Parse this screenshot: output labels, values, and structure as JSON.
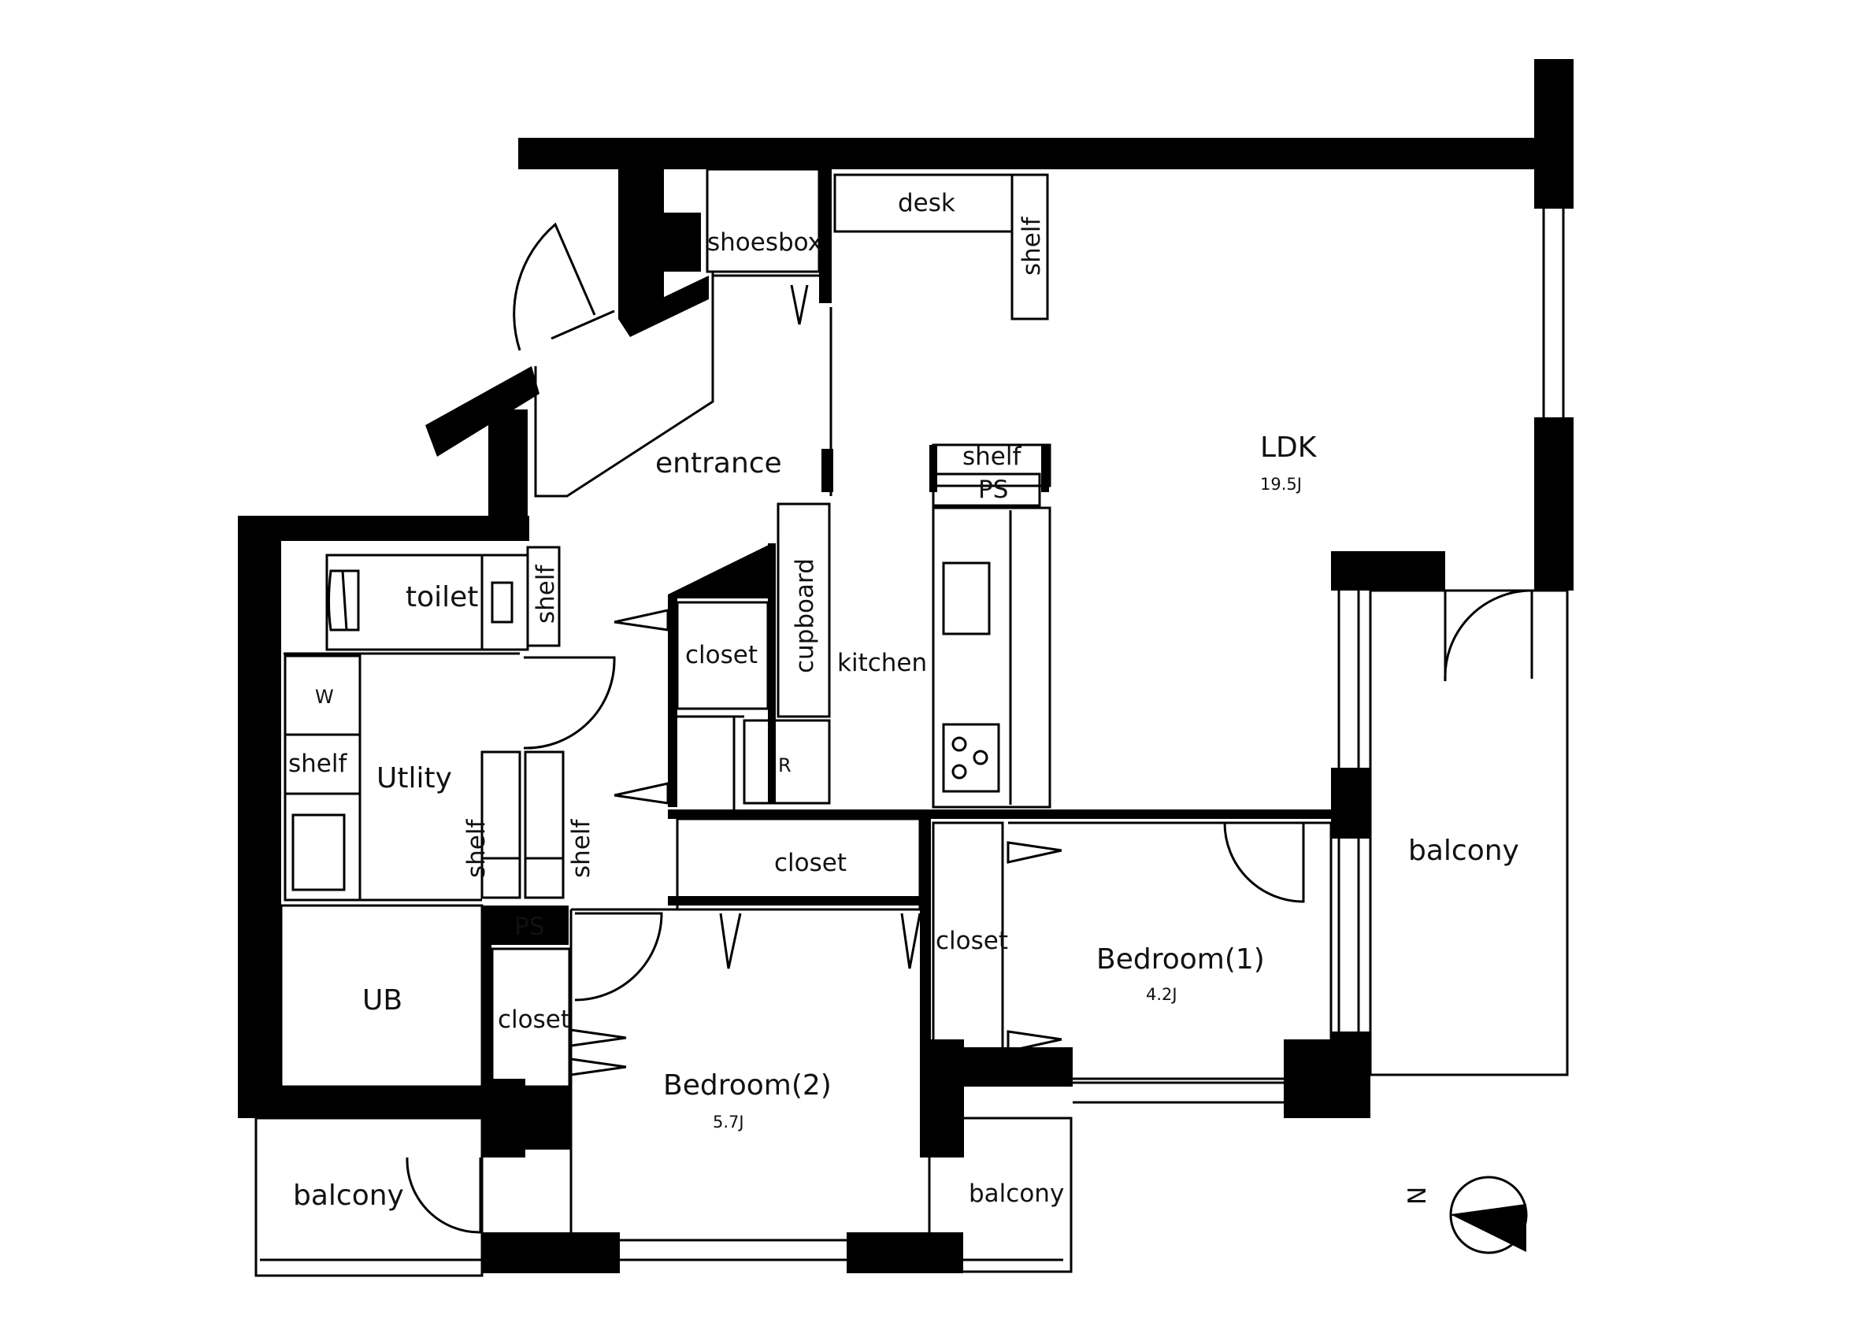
{
  "plan": {
    "rooms": {
      "ldk": {
        "name": "LDK",
        "area": "19.5J"
      },
      "bedroom1": {
        "name": "Bedroom(1)",
        "area": "4.2J"
      },
      "bedroom2": {
        "name": "Bedroom(2)",
        "area": "5.7J"
      },
      "entrance": {
        "name": "entrance"
      },
      "kitchen": {
        "name": "kitchen"
      },
      "toilet": {
        "name": "toilet"
      },
      "utility": {
        "name": "Utlity"
      },
      "ub": {
        "name": "UB"
      },
      "balcony_east": {
        "name": "balcony"
      },
      "balcony_south": {
        "name": "balcony"
      },
      "balcony_small": {
        "name": "balcony"
      }
    },
    "fixtures": {
      "desk": "desk",
      "shelf_desk": "shelf",
      "shoesbox": "shoesbox",
      "shelf_kitchen": "shelf",
      "ps_kitchen": "PS",
      "cupboard": "cupboard",
      "closet_entrance": "closet",
      "refrigerator": "R",
      "shelf_toilet": "shelf",
      "washer": "W",
      "shelf_utility": "shelf",
      "shelf_hall_a": "shelf",
      "shelf_hall_b": "shelf",
      "closet_hall": "closet",
      "closet_bedroom1": "closet",
      "ps_hall": "PS",
      "closet_bedroom2": "closet"
    },
    "compass": {
      "label": "N",
      "icon": "north-arrow-icon"
    },
    "colors": {
      "wall": "#000000",
      "background": "#ffffff",
      "line": "#000000"
    }
  }
}
